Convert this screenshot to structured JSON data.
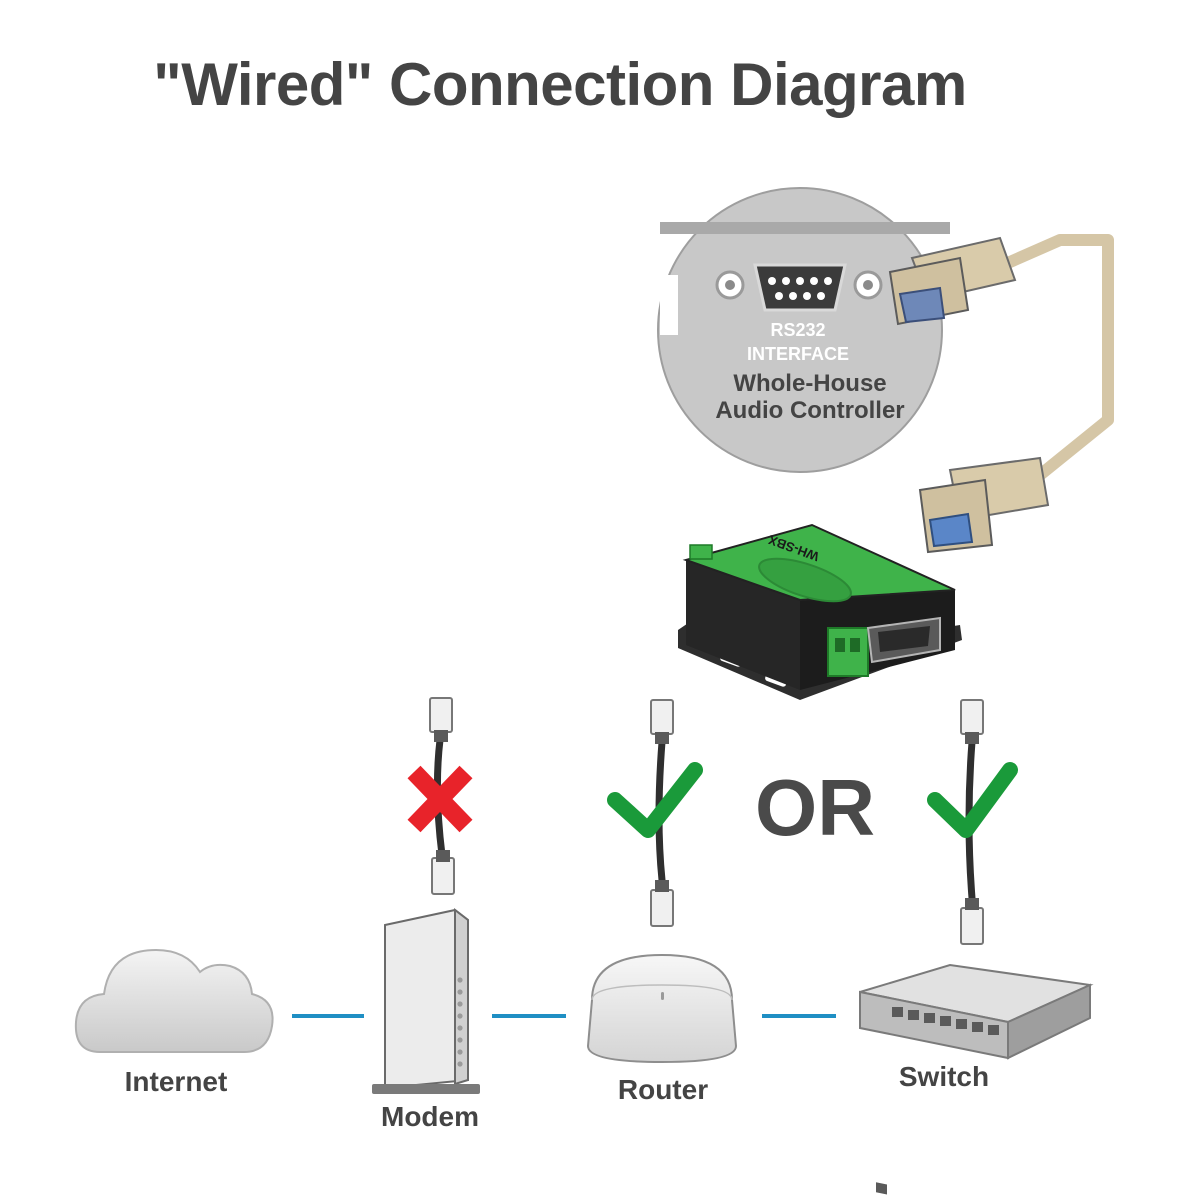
{
  "title": "\"Wired\" Connection Diagram",
  "controller": {
    "port_line1": "RS232",
    "port_line2": "INTERFACE",
    "name_line1": "Whole-House",
    "name_line2": "Audio Controller"
  },
  "device": {
    "label_text": "WH-SBX"
  },
  "devices": {
    "internet": "Internet",
    "modem": "Modem",
    "router": "Router",
    "switch": "Switch"
  },
  "or_text": "OR",
  "marks": {
    "modem": "cross",
    "router": "check",
    "switch": "check"
  },
  "colors": {
    "title": "#444444",
    "link_line": "#1f8fc4",
    "check": "#1a9a3a",
    "cross": "#e8232a",
    "device_green": "#3fb34a",
    "serial_cable": "#d5c6a6",
    "controller_panel": "#c7c7c7"
  }
}
